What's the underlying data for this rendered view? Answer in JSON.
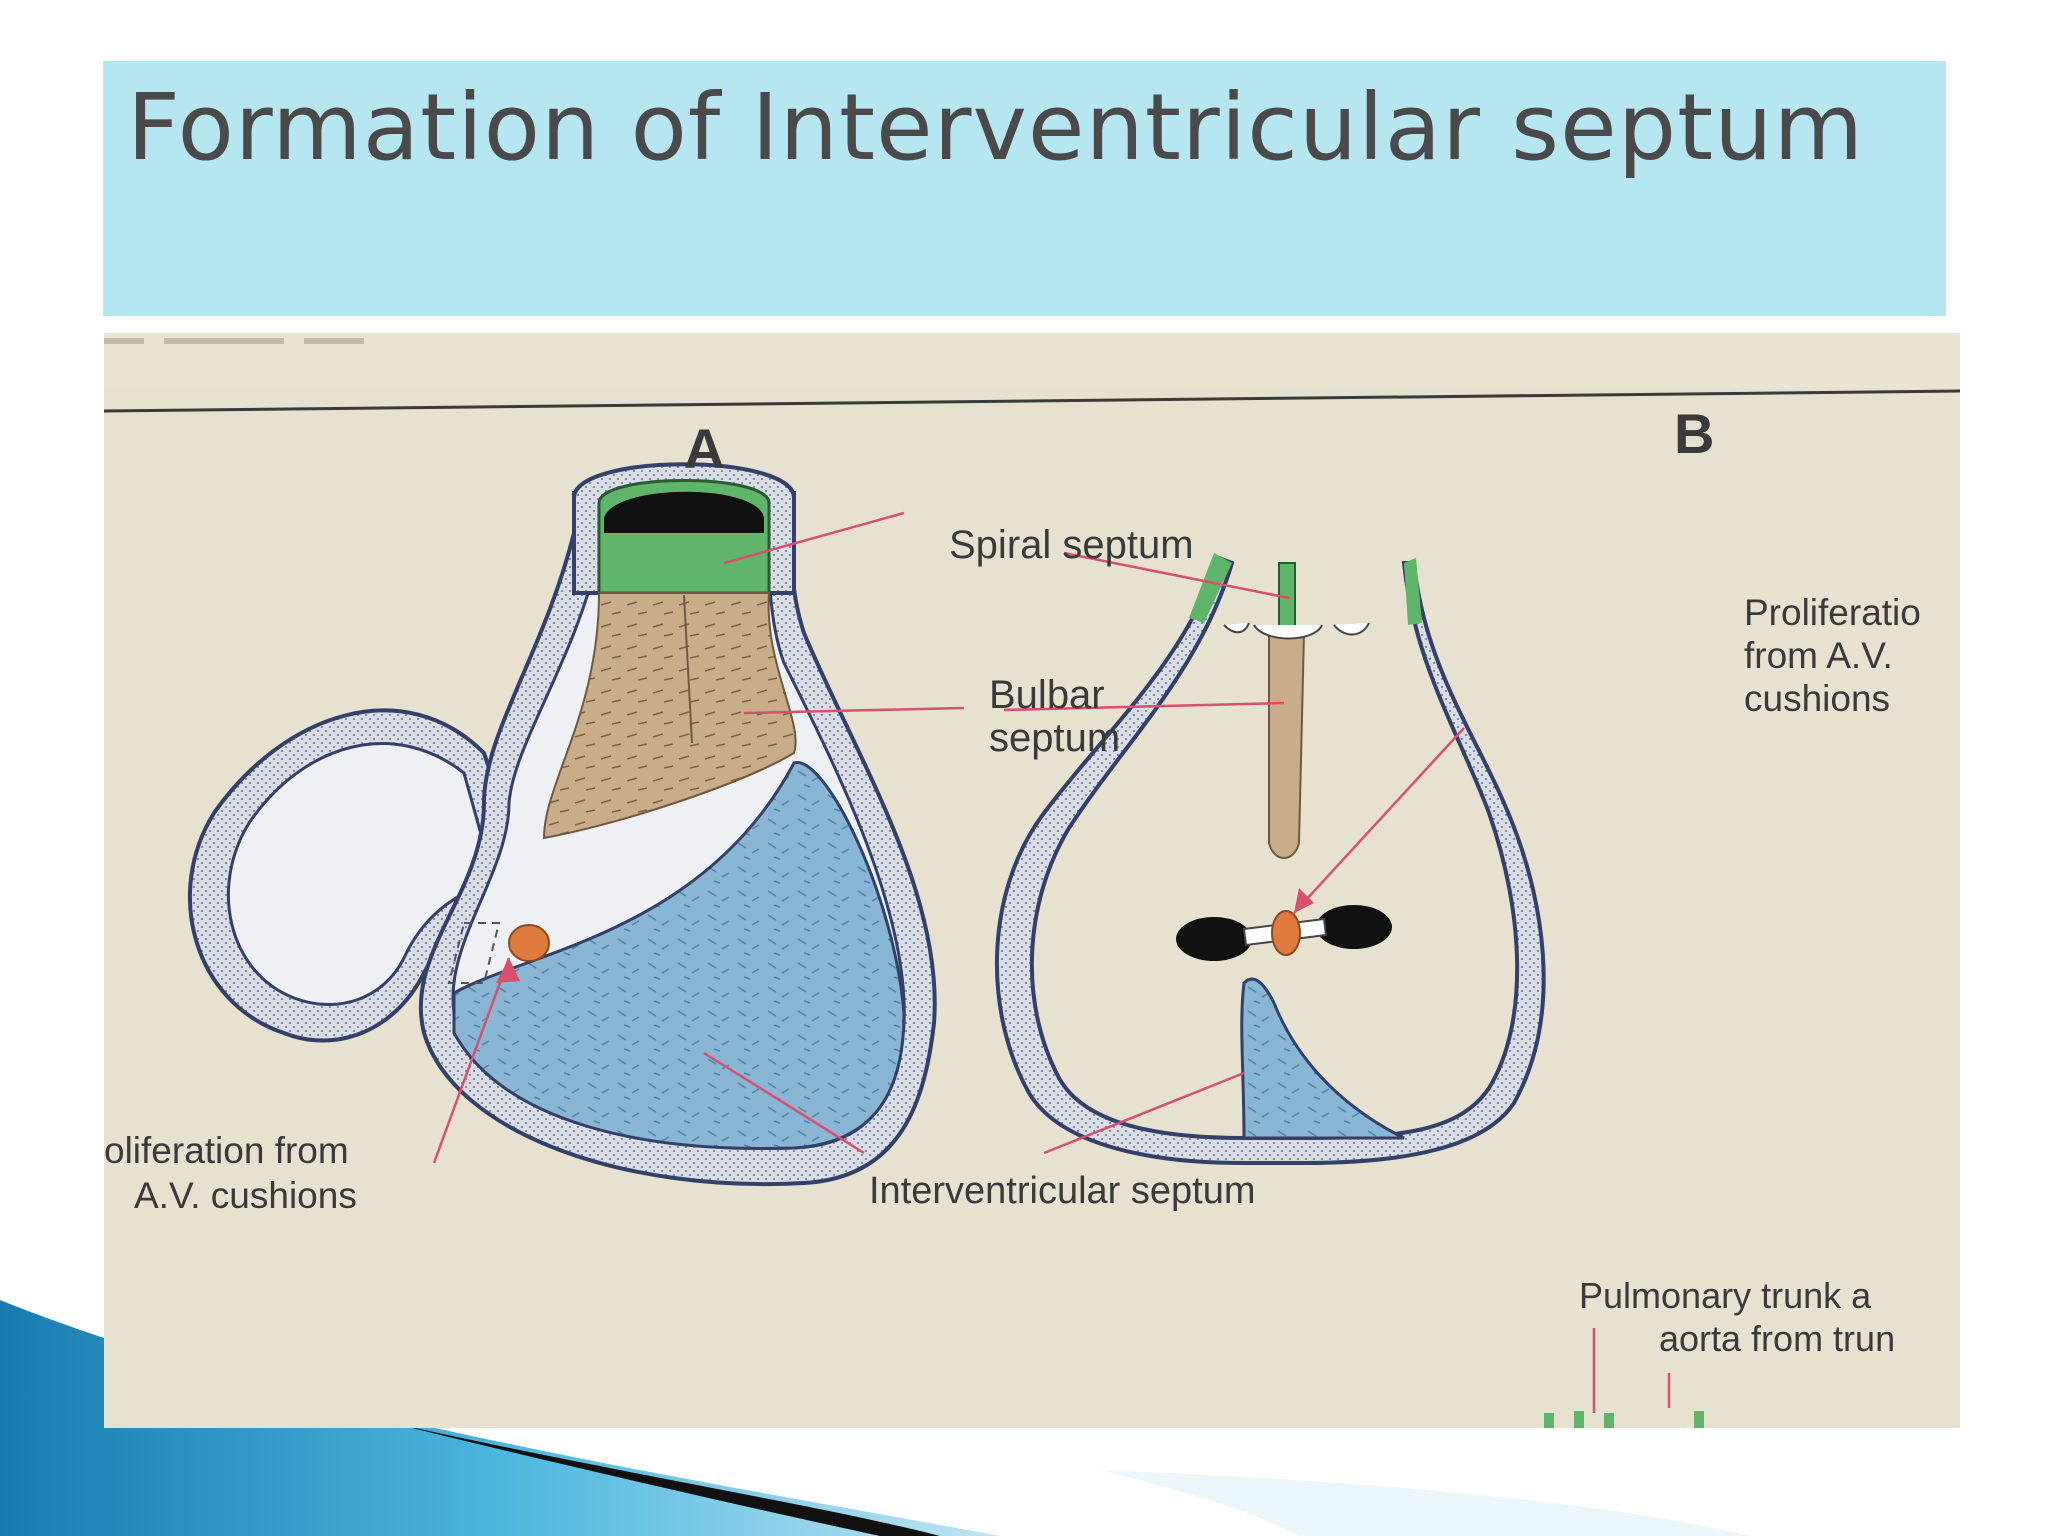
{
  "slide": {
    "title": "Formation of Interventricular septum"
  },
  "figure": {
    "panel_a_letter": "A",
    "panel_b_letter": "B",
    "label_spiral_septum": "Spiral septum",
    "label_bulbar_line1": "Bulbar",
    "label_bulbar_line2": "septum",
    "label_prolif_a_line1": "oliferation from",
    "label_prolif_a_line2": "A.V. cushions",
    "label_prolif_b_line1": "Proliferatio",
    "label_prolif_b_line2": "from A.V.",
    "label_prolif_b_line3": "cushions",
    "label_interventricular": "Interventricular septum",
    "label_pulmonary_line1": "Pulmonary trunk a",
    "label_pulmonary_line2": "aorta from trun",
    "colors": {
      "spiral_green": "#5fb56a",
      "bulbar_tan": "#c9ad88",
      "septum_blue": "#88b6d4",
      "cushion_orange": "#e07a3e",
      "leader_pink": "#d8506e"
    }
  }
}
